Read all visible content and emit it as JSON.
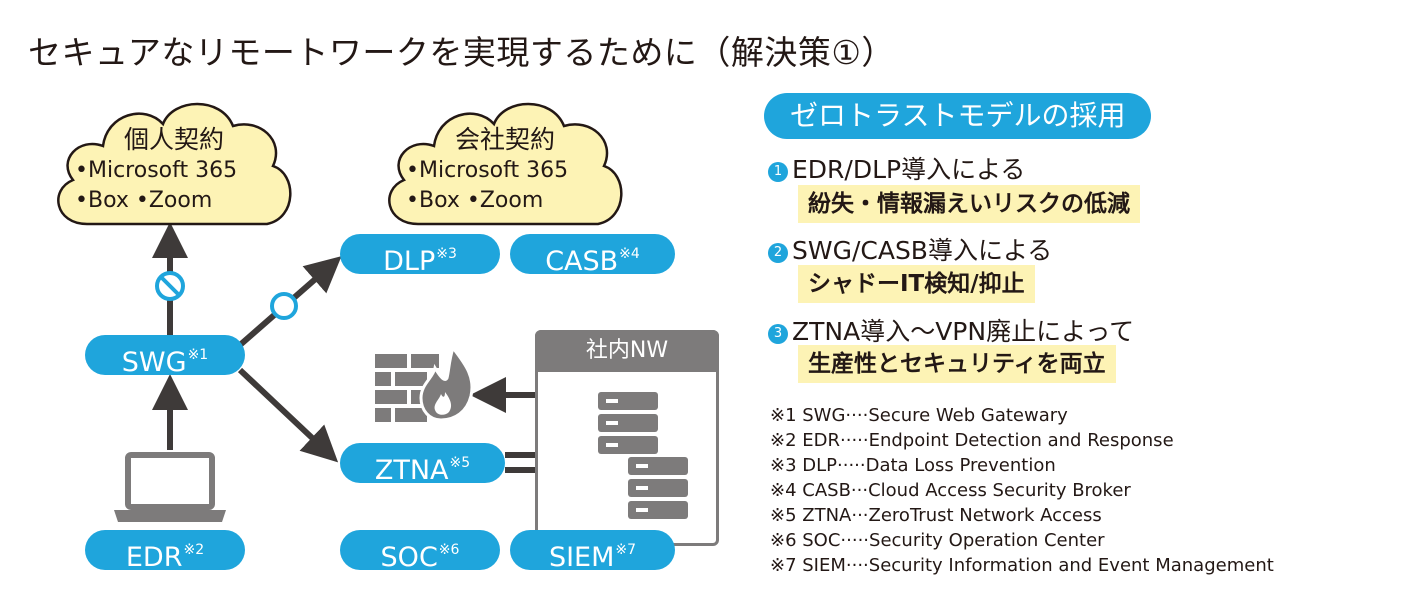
{
  "title": "セキュアなリモートワークを実現するために（解決策①）",
  "clouds": {
    "personal": {
      "title": "個人契約",
      "line1": "•Microsoft 365",
      "line2": "•Box •Zoom"
    },
    "company": {
      "title": "会社契約",
      "line1": "•Microsoft 365",
      "line2": "•Box •Zoom"
    }
  },
  "pills": {
    "dlp": {
      "label": "DLP",
      "mark": "※3"
    },
    "casb": {
      "label": "CASB",
      "mark": "※4"
    },
    "swg": {
      "label": "SWG",
      "mark": "※1"
    },
    "ztna": {
      "label": "ZTNA",
      "mark": "※5"
    },
    "edr": {
      "label": "EDR",
      "mark": "※2"
    },
    "soc": {
      "label": "SOC",
      "mark": "※6"
    },
    "siem": {
      "label": "SIEM",
      "mark": "※7"
    }
  },
  "internal_nw": "社内NW",
  "badge": "ゼロトラストモデルの採用",
  "items": [
    {
      "num": "1",
      "head": "EDR/DLP導入による",
      "highlight": "紛失・情報漏えいリスクの低減"
    },
    {
      "num": "2",
      "head": "SWG/CASB導入による",
      "highlight": "シャドーIT検知/抑止"
    },
    {
      "num": "3",
      "head": "ZTNA導入〜VPN廃止によって",
      "highlight": "生産性とセキュリティを両立"
    }
  ],
  "notes": [
    "※1 SWG····Secure Web Gatewary",
    "※2 EDR·····Endpoint Detection and Response",
    "※3 DLP·····Data Loss Prevention",
    "※4 CASB···Cloud Access Security Broker",
    "※5 ZTNA···ZeroTrust Network Access",
    "※6 SOC·····Security Operation Center",
    "※7 SIEM····Security Information and Event Management"
  ],
  "colors": {
    "accent_blue": "#1fa5dc",
    "cloud_fill": "#fdf3b5",
    "highlight_fill": "#fdf3b5",
    "arrow": "#3e3a39",
    "gray": "#7d7b7b",
    "firewall_flame": "#ffffff"
  },
  "icons": [
    "cloud-icon",
    "prohibited-icon",
    "allowed-icon",
    "laptop-icon",
    "firewall-icon",
    "server-icon"
  ]
}
